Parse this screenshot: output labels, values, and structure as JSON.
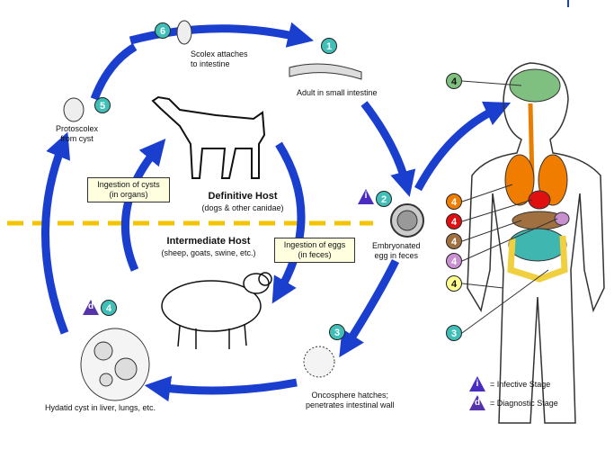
{
  "colors": {
    "arrow": "#1a3fcf",
    "dashed_line": "#f5c400",
    "stage_badge": "#3fbfb7",
    "infective_badge": "#4a2cc0",
    "diagnostic_badge": "#5533aa",
    "box_fill": "#ffffe0"
  },
  "stages": [
    {
      "num": "1",
      "label_lines": [
        "Adult in small intestine"
      ]
    },
    {
      "num": "2",
      "label_lines": [
        "Embryonated",
        "egg in feces"
      ],
      "badge": "i"
    },
    {
      "num": "3",
      "label_lines": [
        "Oncosphere hatches;",
        "penetrates intestinal wall"
      ]
    },
    {
      "num": "4",
      "label_lines": [
        "Hydatid cyst in liver, lungs, etc."
      ],
      "badge": "d"
    },
    {
      "num": "5",
      "label_lines": [
        "Protoscolex",
        "from cyst"
      ]
    },
    {
      "num": "6",
      "label_lines": [
        "Scolex attaches",
        "to intestine"
      ]
    }
  ],
  "definitive_host": {
    "title": "Definitive Host",
    "subtitle": "(dogs & other canidae)"
  },
  "intermediate_host": {
    "title": "Intermediate Host",
    "subtitle": "(sheep, goats, swine, etc.)"
  },
  "boxes": {
    "cysts": [
      "Ingestion of cysts",
      "(in organs)"
    ],
    "eggs": [
      "Ingestion of eggs",
      "(in feces)"
    ]
  },
  "body_numbers": [
    {
      "num": "4",
      "color": "#7fbf7f"
    },
    {
      "num": "4",
      "color": "#f07d00"
    },
    {
      "num": "4",
      "color": "#e01010"
    },
    {
      "num": "4",
      "color": "#a07040"
    },
    {
      "num": "4",
      "color": "#c890d0"
    },
    {
      "num": "4",
      "color": "#ffff90"
    },
    {
      "num": "3",
      "color": "#3fbfb7"
    }
  ],
  "legend": {
    "infective_letter": "i",
    "infective_text": "= Infective Stage",
    "diagnostic_letter": "d",
    "diagnostic_text": "= Diagnostic Stage"
  }
}
